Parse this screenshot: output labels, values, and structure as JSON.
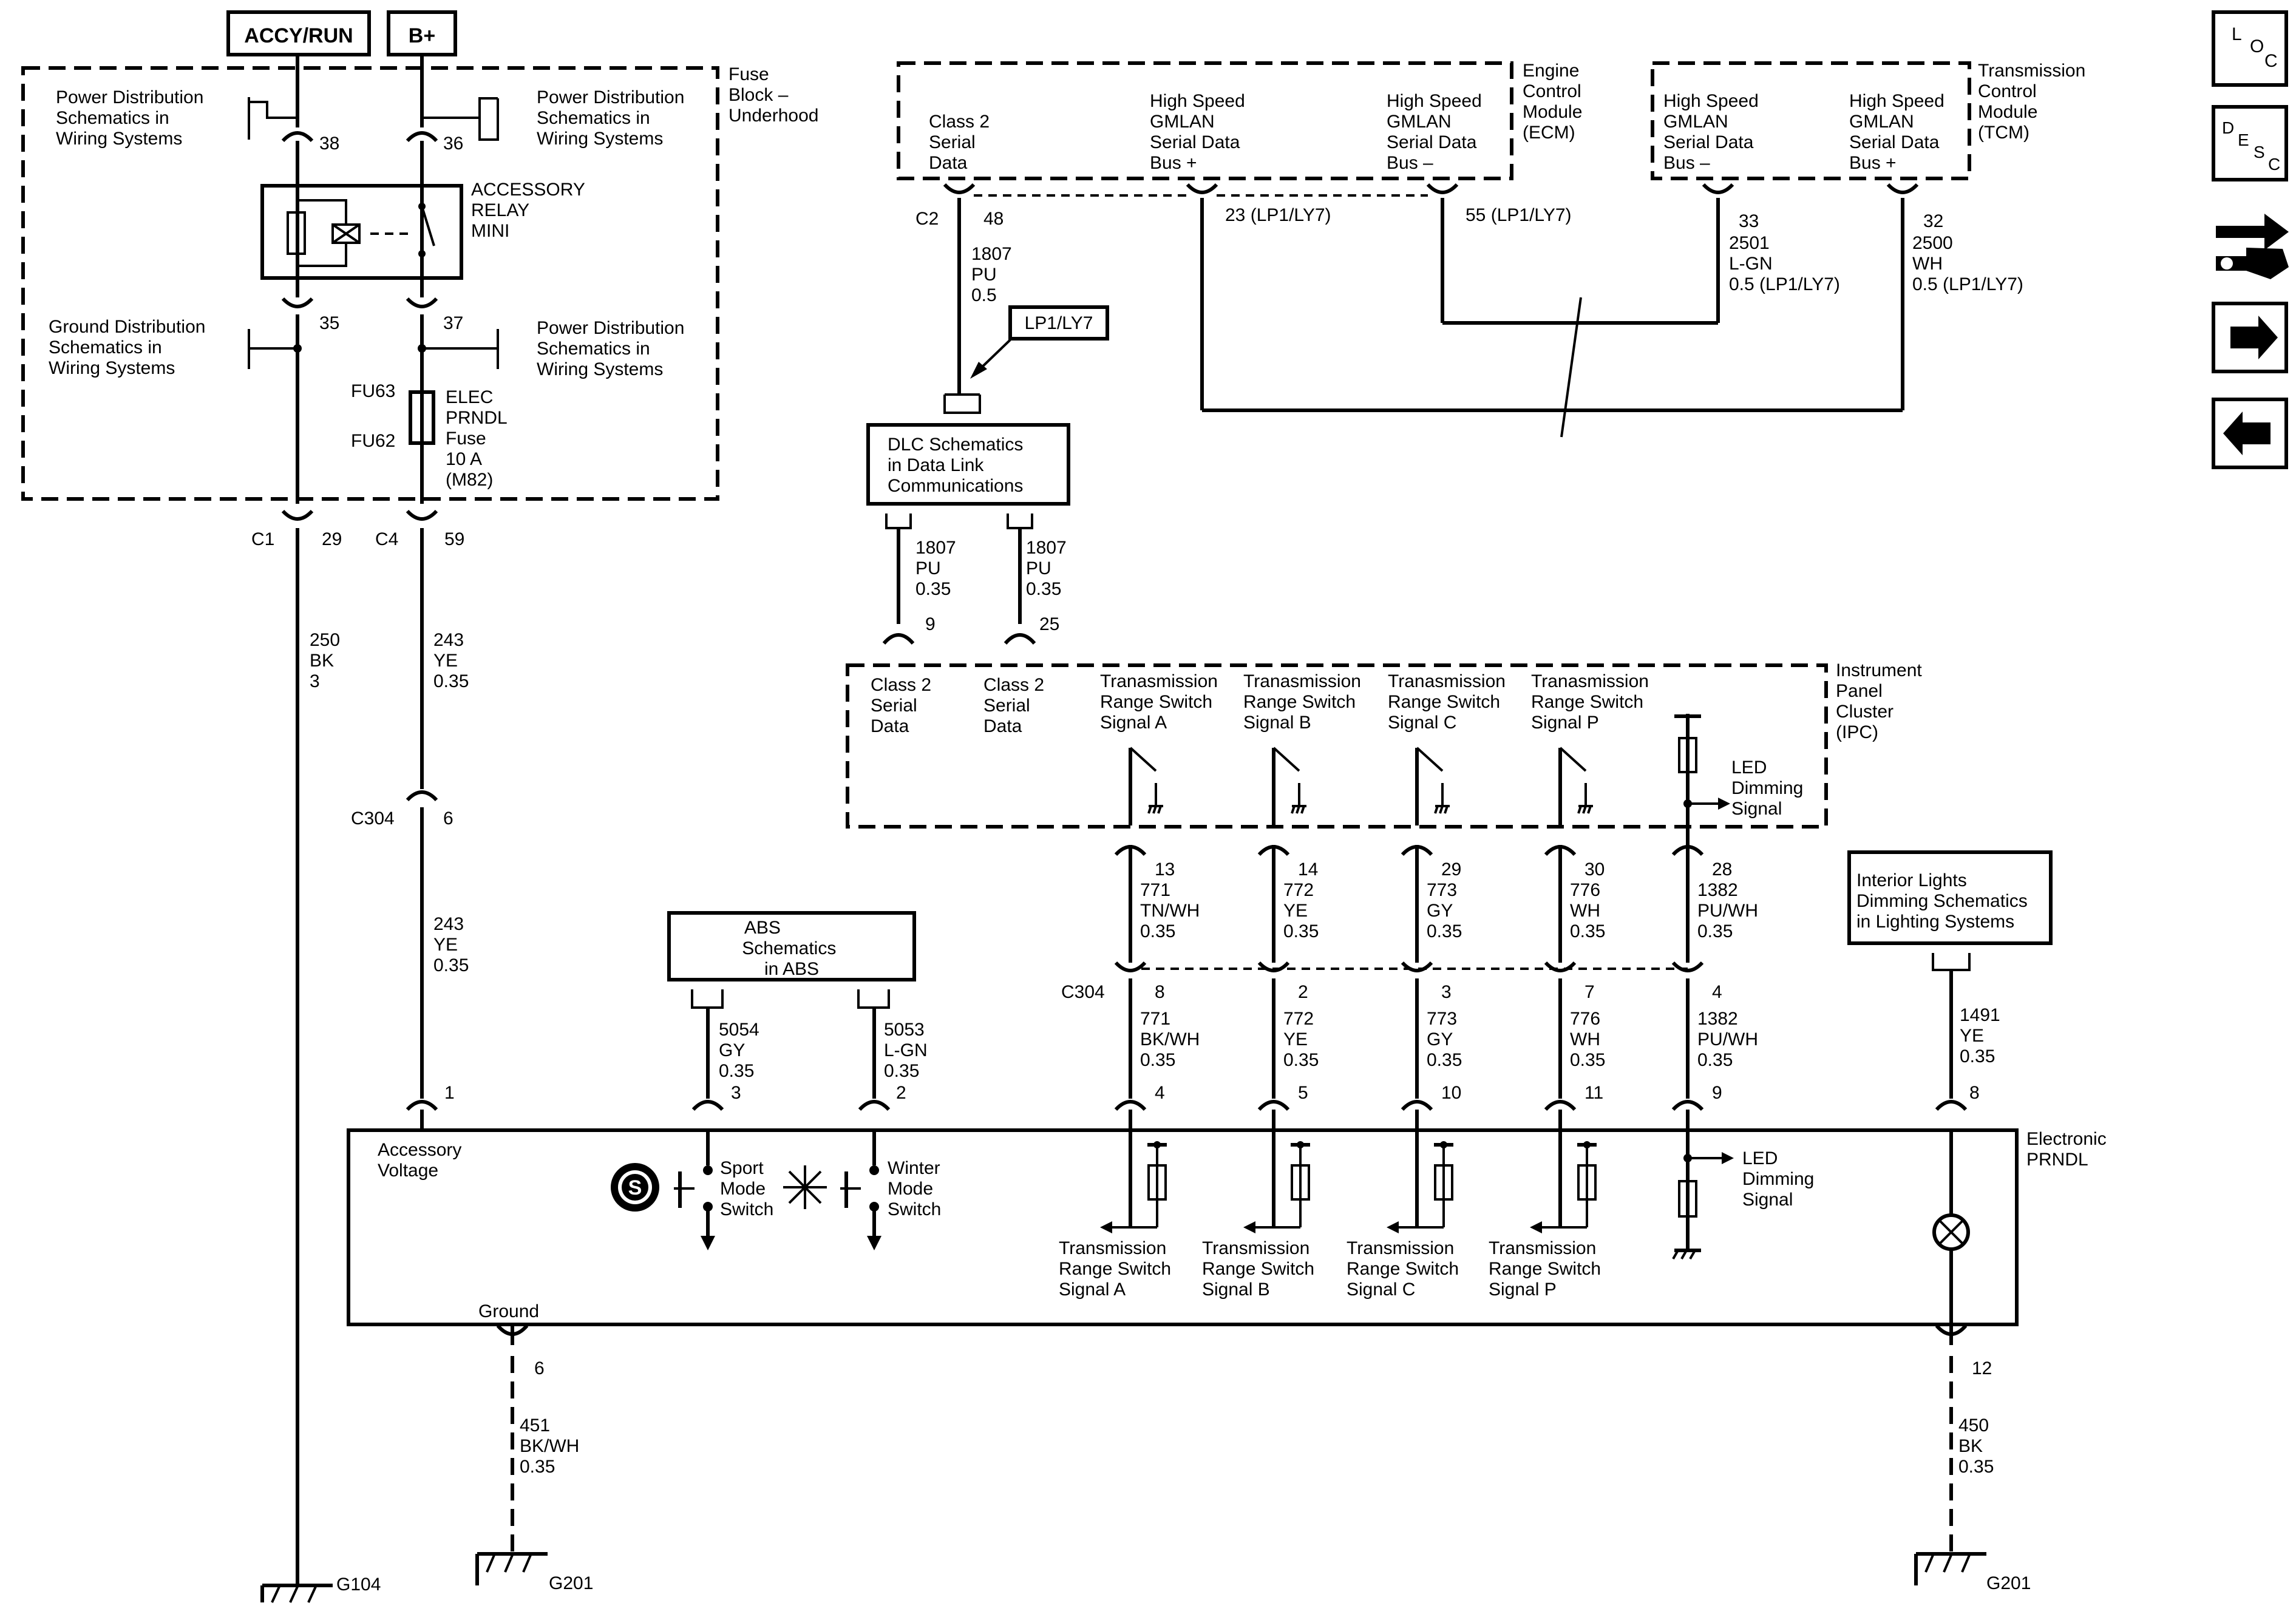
{
  "headers": {
    "accy_run": "ACCY/RUN",
    "b_plus": "B+"
  },
  "fuse_block": {
    "title": [
      "Fuse",
      "Block –",
      "Underhood"
    ],
    "power_dist_1": [
      "Power Distribution",
      "Schematics in",
      "Wiring Systems"
    ],
    "power_dist_2": [
      "Power Distribution",
      "Schematics in",
      "Wiring Systems"
    ],
    "power_dist_3": [
      "Power Distribution",
      "Schematics in",
      "Wiring Systems"
    ],
    "ground_dist": [
      "Ground Distribution",
      "Schematics in",
      "Wiring Systems"
    ],
    "relay_label": [
      "ACCESSORY",
      "RELAY",
      "MINI"
    ],
    "pin_38": "38",
    "pin_36": "36",
    "pin_35": "35",
    "pin_37": "37",
    "fu63": "FU63",
    "fu62": "FU62",
    "fuse_label": [
      "ELEC",
      "PRNDL",
      "Fuse",
      "10 A",
      "(M82)"
    ]
  },
  "connectors": {
    "c1": "C1",
    "c1_pin": "29",
    "c4": "C4",
    "c4_pin": "59",
    "c304_a": "C304",
    "c304_a_pin": "6",
    "c304_b": "C304",
    "c2": "C2",
    "c2_pin": "48"
  },
  "wires": {
    "w250": [
      "250",
      "BK",
      "3"
    ],
    "w243_a": [
      "243",
      "YE",
      "0.35"
    ],
    "w243_b": [
      "243",
      "YE",
      "0.35"
    ],
    "w1807_a": [
      "1807",
      "PU",
      "0.5"
    ],
    "w1807_b": [
      "1807",
      "PU",
      "0.35"
    ],
    "w1807_c": [
      "1807",
      "PU",
      "0.35"
    ],
    "w5054": [
      "5054",
      "GY",
      "0.35"
    ],
    "w5053": [
      "5053",
      "L-GN",
      "0.35"
    ],
    "w451": [
      "451",
      "BK/WH",
      "0.35"
    ],
    "w450": [
      "450",
      "BK",
      "0.35"
    ],
    "w1491": [
      "1491",
      "YE",
      "0.35"
    ],
    "w2501": [
      "2501",
      "L-GN",
      "0.5 (LP1/LY7)"
    ],
    "w2500": [
      "2500",
      "WH",
      "0.5 (LP1/LY7)"
    ]
  },
  "ecm": {
    "title": [
      "Engine",
      "Control",
      "Module",
      "(ECM)"
    ],
    "class2": [
      "Class 2",
      "Serial",
      "Data"
    ],
    "hs_plus": [
      "High Speed",
      "GMLAN",
      "Serial Data",
      "Bus +"
    ],
    "hs_minus": [
      "High Speed",
      "GMLAN",
      "Serial Data",
      "Bus –"
    ],
    "pin_23": "23 (LP1/LY7)",
    "pin_55": "55 (LP1/LY7)"
  },
  "tcm": {
    "title": [
      "Transmission",
      "Control",
      "Module",
      "(TCM)"
    ],
    "hs_minus": [
      "High Speed",
      "GMLAN",
      "Serial Data",
      "Bus –"
    ],
    "hs_plus": [
      "High Speed",
      "GMLAN",
      "Serial Data",
      "Bus +"
    ],
    "pin_33": "33",
    "pin_32": "32"
  },
  "lp1_tag": "LP1/LY7",
  "dlc": [
    "DLC Schematics",
    "in Data Link",
    "Communications"
  ],
  "ipc": {
    "title": [
      "Instrument",
      "Panel",
      "Cluster",
      "(IPC)"
    ],
    "class2_a": [
      "Class 2",
      "Serial",
      "Data"
    ],
    "class2_b": [
      "Class 2",
      "Serial",
      "Data"
    ],
    "pin_9": "9",
    "pin_25": "25",
    "sig_a": [
      "Tranasmission",
      "Range Switch",
      "Signal A"
    ],
    "sig_b": [
      "Tranasmission",
      "Range Switch",
      "Signal B"
    ],
    "sig_c": [
      "Tranasmission",
      "Range Switch",
      "Signal C"
    ],
    "sig_p": [
      "Tranasmission",
      "Range Switch",
      "Signal P"
    ],
    "led_dim": [
      "LED",
      "Dimming",
      "Signal"
    ]
  },
  "ipc_wires": [
    {
      "pin": "13",
      "lines": [
        "771",
        "TN/WH",
        "0.35"
      ],
      "c304_pin": "8",
      "lower": [
        "771",
        "BK/WH",
        "0.35"
      ],
      "prndl_pin": "4"
    },
    {
      "pin": "14",
      "lines": [
        "772",
        "YE",
        "0.35"
      ],
      "c304_pin": "2",
      "lower": [
        "772",
        "YE",
        "0.35"
      ],
      "prndl_pin": "5"
    },
    {
      "pin": "29",
      "lines": [
        "773",
        "GY",
        "0.35"
      ],
      "c304_pin": "3",
      "lower": [
        "773",
        "GY",
        "0.35"
      ],
      "prndl_pin": "10"
    },
    {
      "pin": "30",
      "lines": [
        "776",
        "WH",
        "0.35"
      ],
      "c304_pin": "7",
      "lower": [
        "776",
        "WH",
        "0.35"
      ],
      "prndl_pin": "11"
    },
    {
      "pin": "28",
      "lines": [
        "1382",
        "PU/WH",
        "0.35"
      ],
      "c304_pin": "4",
      "lower": [
        "1382",
        "PU/WH",
        "0.35"
      ],
      "prndl_pin": "9"
    }
  ],
  "abs": [
    "ABS",
    "Schematics",
    "in ABS"
  ],
  "interior_lights": [
    "Interior Lights",
    "Dimming Schematics",
    "in Lighting Systems"
  ],
  "prndl": {
    "title": [
      "Electronic",
      "PRNDL"
    ],
    "accessory_voltage": [
      "Accessory",
      "Voltage"
    ],
    "ground": "Ground",
    "pin_1": "1",
    "pin_3": "3",
    "pin_2": "2",
    "pin_6": "6",
    "pin_8": "8",
    "pin_12": "12",
    "sport": [
      "Sport",
      "Mode",
      "Switch"
    ],
    "winter": [
      "Winter",
      "Mode",
      "Switch"
    ],
    "trs_a": [
      "Transmission",
      "Range Switch",
      "Signal A"
    ],
    "trs_b": [
      "Transmission",
      "Range Switch",
      "Signal B"
    ],
    "trs_c": [
      "Transmission",
      "Range Switch",
      "Signal C"
    ],
    "trs_p": [
      "Transmission",
      "Range Switch",
      "Signal P"
    ],
    "led_dim": [
      "LED",
      "Dimming",
      "Signal"
    ]
  },
  "grounds": {
    "g104": "G104",
    "g201_a": "G201",
    "g201_b": "G201"
  },
  "nav": {
    "loc": [
      "L",
      "O",
      "C"
    ],
    "desc": [
      "D",
      "E",
      "S",
      "C"
    ]
  },
  "icons": [
    "loc-icon",
    "desc-icon",
    "wrench-connector-icon",
    "forward-arrow-icon",
    "back-arrow-icon",
    "sport-gear-icon",
    "snowflake-icon",
    "lamp-icon"
  ]
}
